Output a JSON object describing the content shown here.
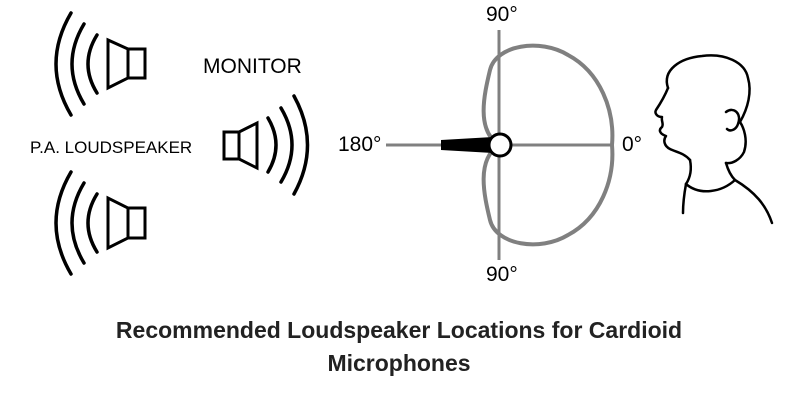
{
  "labels": {
    "monitor": "MONITOR",
    "pa_loudspeaker": "P.A. LOUDSPEAKER",
    "angle_top": "90°",
    "angle_bottom": "90°",
    "angle_left": "180°",
    "angle_right": "0°"
  },
  "caption": {
    "line1": "Recommended Loudspeaker Locations for Cardioid",
    "line2": "Microphones"
  },
  "colors": {
    "pattern": "#808080",
    "line": "#000000",
    "text": "#222222"
  },
  "icons": [
    "loudspeaker-icon",
    "microphone-icon",
    "person-head-icon"
  ]
}
